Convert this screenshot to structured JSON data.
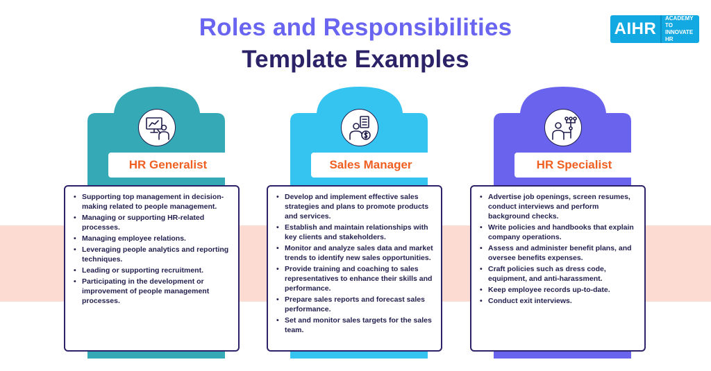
{
  "title_line1": "Roles and Responsibilities",
  "title_line2": "Template Examples",
  "logo": {
    "main": "AIHR",
    "sub_line1": "ACADEMY TO",
    "sub_line2": "INNOVATE HR"
  },
  "colors": {
    "hr_generalist": "#35a9b5",
    "sales_manager": "#35c3ef",
    "hr_specialist": "#6a63ee",
    "band": "#fcdcd2",
    "title_accent": "#6a65f0",
    "title_dark": "#2b2267",
    "role_label": "#ef5f21"
  },
  "cards": [
    {
      "role": "HR Generalist",
      "icon": "presentation-icon",
      "items": [
        "Supporting top management in decision-making related to people management.",
        "Managing or supporting HR-related processes.",
        "Managing employee relations.",
        "Leveraging people analytics and reporting techniques.",
        "Leading or supporting recruitment.",
        "Participating in the development or improvement of people management processes."
      ]
    },
    {
      "role": "Sales Manager",
      "icon": "sales-person-icon",
      "items": [
        "Develop and implement effective sales strategies and plans to promote products and services.",
        "Establish and maintain relationships with key clients and stakeholders.",
        "Monitor and analyze sales data and market trends to identify new sales opportunities.",
        "Provide training and coaching to sales representatives to enhance their skills and performance.",
        "Prepare sales reports and forecast sales performance.",
        "Set and monitor sales targets for the sales team."
      ]
    },
    {
      "role": "HR Specialist",
      "icon": "people-hierarchy-icon",
      "items": [
        "Advertise job openings, screen resumes, conduct interviews and perform background checks.",
        "Write policies and handbooks that explain company operations.",
        "Assess and administer benefit plans, and oversee benefits expenses.",
        "Craft policies such as dress code, equipment, and anti-harassment.",
        "Keep employee records up-to-date.",
        "Conduct exit interviews."
      ]
    }
  ]
}
